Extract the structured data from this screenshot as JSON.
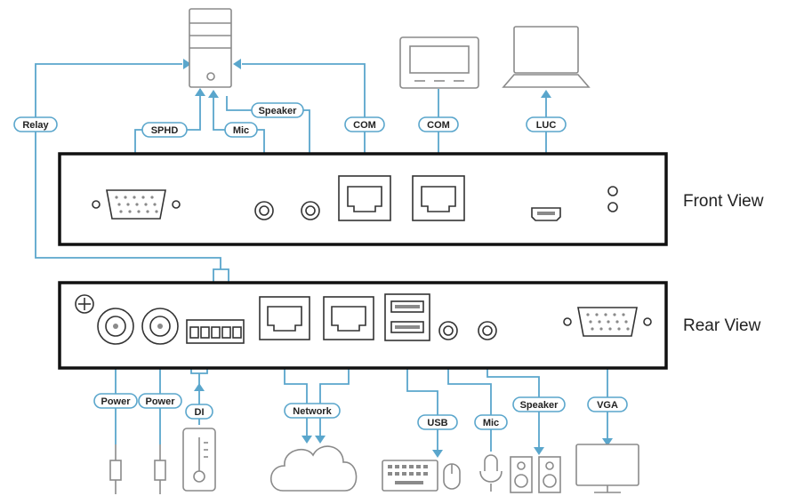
{
  "views": {
    "front": "Front View",
    "rear": "Rear View"
  },
  "labels": {
    "relay": "Relay",
    "sphd": "SPHD",
    "mic_front": "Mic",
    "speaker_front": "Speaker",
    "com_1": "COM",
    "com_2": "COM",
    "luc": "LUC",
    "power_1": "Power",
    "power_2": "Power",
    "di": "DI",
    "network": "Network",
    "usb": "USB",
    "mic_rear": "Mic",
    "speaker_rear": "Speaker",
    "vga": "VGA"
  },
  "colors": {
    "connector": "#5aa6cc",
    "device": "#8a8a8a",
    "panel_border": "#111111"
  },
  "icons": {
    "computer": "server-tower-icon",
    "terminal": "terminal-display-icon",
    "laptop": "laptop-icon",
    "power_plug": "power-plug-icon",
    "thermometer": "thermometer-icon",
    "cloud": "cloud-icon",
    "keyboard": "keyboard-icon",
    "mouse": "mouse-icon",
    "microphone": "microphone-icon",
    "speakers": "speakers-icon",
    "monitor": "monitor-icon"
  }
}
